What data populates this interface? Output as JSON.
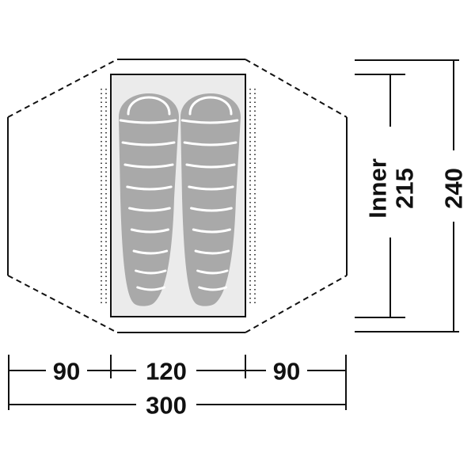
{
  "diagram": {
    "inner_label": "Inner",
    "inner_length": "215",
    "outer_length": "240",
    "width_segments": [
      "90",
      "120",
      "90"
    ],
    "total_width": "300",
    "colors": {
      "stroke": "#111111",
      "inner_fill": "#ebebeb",
      "bag_fill": "#a9a9a9",
      "bag_stripe": "#ffffff"
    },
    "icons": [
      "sleeping-bag-icon",
      "sleeping-bag-icon"
    ]
  }
}
